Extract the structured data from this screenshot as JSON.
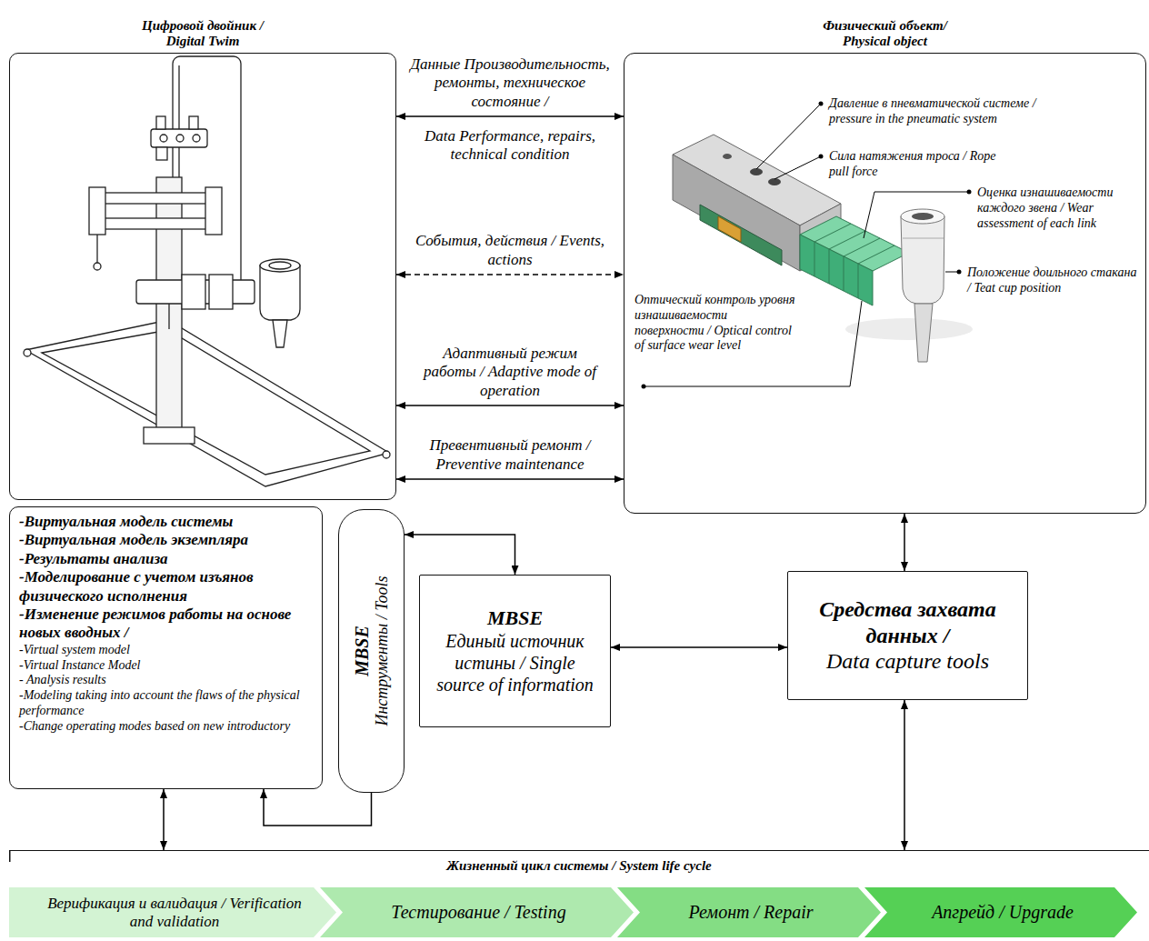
{
  "diagram": {
    "nodes": [
      {
        "text": [
          "Цифровой двойник / Digital Twim"
        ]
      },
      {
        "text": [
          "Физический объект/ Physical object"
        ]
      },
      {
        "text": [
          "-Виртуальная модель системы",
          "-Виртуальная модель экземпляра",
          "-Результаты анализа",
          "-Моделирование с учетом изъянов физического исполнения",
          "-Изменение режимов работы на основе новых вводных /",
          "-Virtual system model",
          "-Virtual Instance Model",
          "- Analysis results",
          "-Modeling taking into account the flaws of the physical performance",
          "-Change operating modes based on new introductory"
        ]
      },
      {
        "text": [
          "MBSE",
          "Инструменты / Tools"
        ]
      },
      {
        "text": [
          "MBSE",
          "Единый источник истины / Single source of information"
        ]
      },
      {
        "text": [
          "Средства захвата данных /",
          "Data capture tools"
        ]
      },
      {
        "text": [
          "Жизненный цикл системы / System life cycle"
        ]
      },
      {
        "text": [
          "Верификация и валидация / Verification and validation"
        ],
        "in": 6
      },
      {
        "text": [
          "Тестирование / Testing"
        ],
        "in": 6
      },
      {
        "text": [
          "Ремонт / Repair"
        ],
        "in": 6
      },
      {
        "text": [
          "Апгрейд / Upgrade"
        ],
        "in": 6
      }
    ],
    "edges": [
      {
        "from": 0,
        "to": 1,
        "arrow": "both",
        "label": "Данные Производительность, ремонты, техническое состояние /"
      },
      {
        "from": 0,
        "to": 1,
        "arrow": "both",
        "label": "События, действия / Events, actions"
      },
      {
        "from": 0,
        "to": 1,
        "arrow": "both",
        "label": "Адаптивный режим работы / Adaptive mode of operation"
      },
      {
        "from": 0,
        "to": 1,
        "arrow": "both",
        "label": "Превентивный ремонт / Preventive maintenance"
      },
      {
        "from": 2,
        "to": 6,
        "arrow": "both"
      },
      {
        "from": 3,
        "to": 2,
        "arrow": "to"
      },
      {
        "from": 3,
        "to": 4,
        "arrow": "both"
      },
      {
        "from": 4,
        "to": 5,
        "arrow": "both"
      },
      {
        "from": 5,
        "to": 1,
        "arrow": "both"
      },
      {
        "from": 5,
        "to": 6,
        "arrow": "both"
      }
    ],
    "labels": [
      "Data Performance, repairs, technical condition",
      "Давление в пневматической системе / pressure in the pneumatic system",
      "Сила натяжения троса / Rope pull force",
      "Оценка изнашиваемости каждого звена / Wear assessment of each link",
      "Положение доильного стакана / Teat cup position",
      "Оптический контроль уровня изнашиваемости поверхности / Optical control of surface wear level"
    ]
  }
}
